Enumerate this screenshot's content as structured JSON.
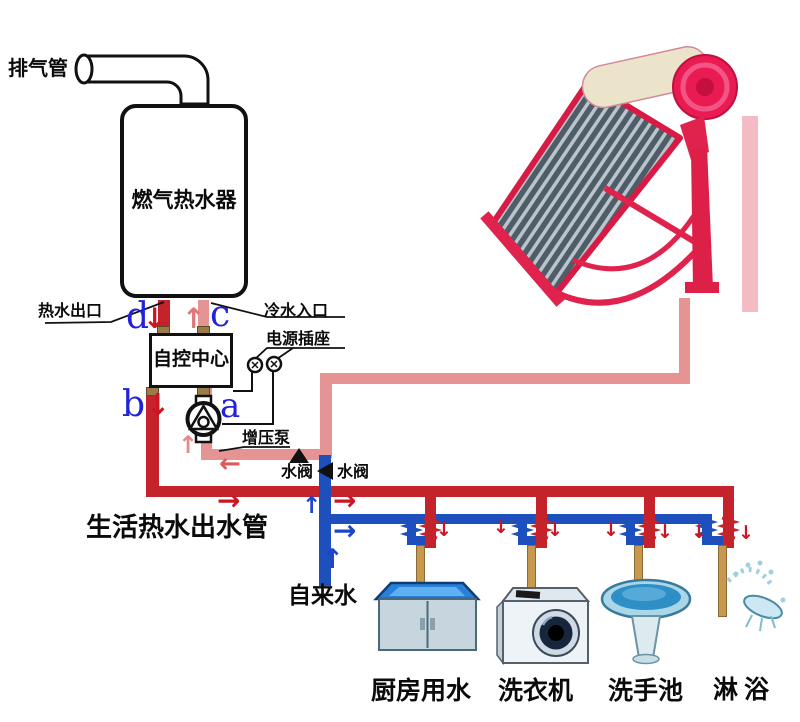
{
  "diagram": {
    "labels": {
      "exhaust_pipe": "排气管",
      "gas_water_heater": "燃气热水器",
      "hot_water_outlet": "热水出口",
      "cold_water_inlet": "冷水入口",
      "control_center": "自控中心",
      "power_socket": "电源插座",
      "booster_pump": "增压泵",
      "water_valve_left": "水阀",
      "water_valve_right": "水阀",
      "domestic_hot_water_pipe": "生活热水出水管",
      "tap_water": "自来水"
    },
    "letters": {
      "a": "a",
      "b": "b",
      "c": "c",
      "d": "d"
    },
    "fixtures": [
      {
        "label": "厨房用水"
      },
      {
        "label": "洗衣机"
      },
      {
        "label": "洗手池"
      },
      {
        "label": "淋浴"
      }
    ],
    "symbols": {
      "arrow_up": "↑",
      "arrow_down": "↓",
      "arrow_left": "←",
      "arrow_right": "→"
    },
    "colors": {
      "hot_pipe": "#c5232b",
      "solar_pipe": "#e59393",
      "cold_pipe": "#1d50bd",
      "fixture_pipe": "#c9984f",
      "annotation_letter": "#2222dd",
      "valve": "#111111",
      "solar_frame": "#e0234d",
      "tank_body": "#ebe4ca",
      "tank_cap": "#ea1a52"
    }
  }
}
